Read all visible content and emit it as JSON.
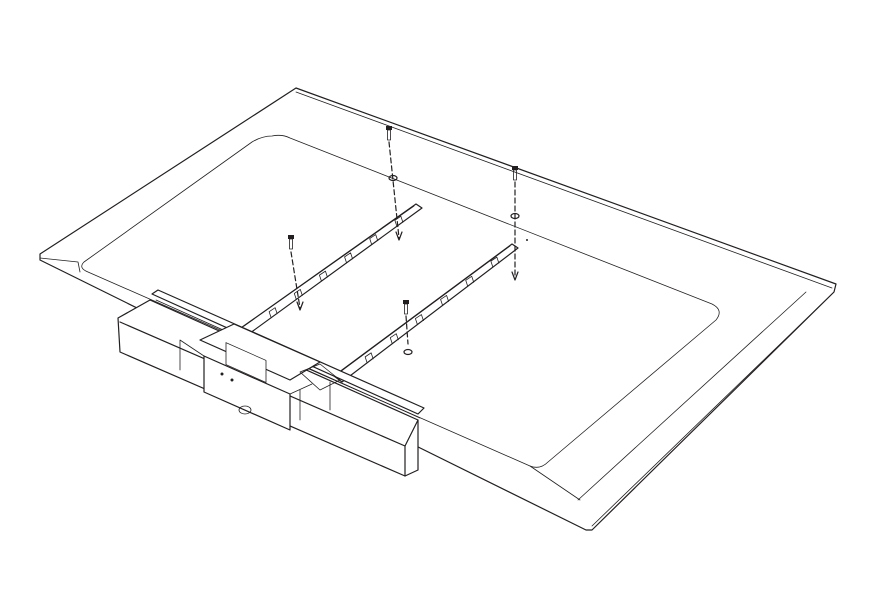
{
  "diagram": {
    "line_color": "#231f20",
    "background": "#ffffff",
    "parts": [
      "tv-panel",
      "mounting-bracket-left",
      "mounting-bracket-right",
      "soundbar",
      "screw"
    ]
  }
}
